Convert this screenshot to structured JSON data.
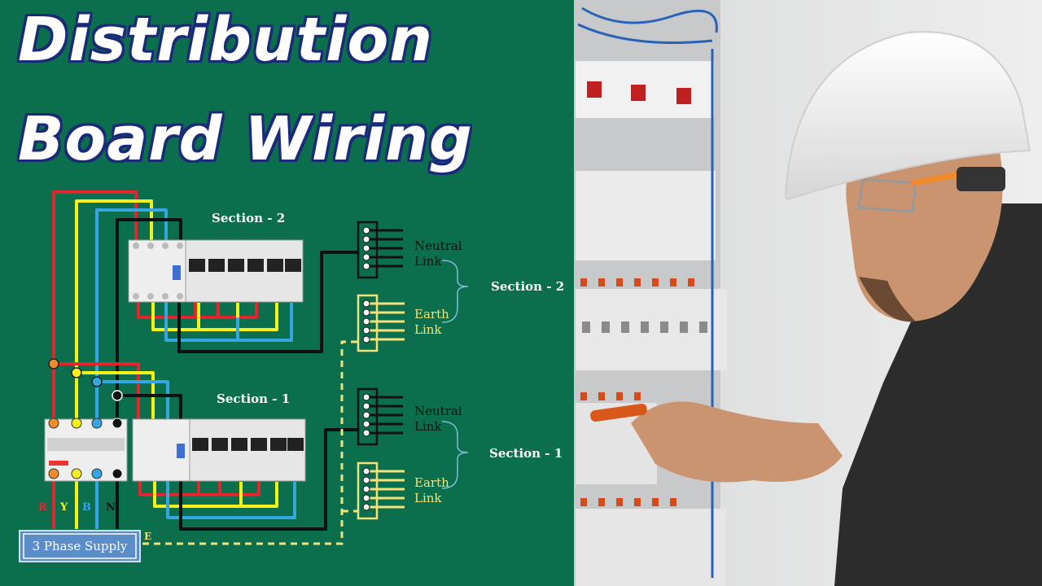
{
  "title": {
    "line1": "Distribution",
    "line2": "Board Wiring"
  },
  "diagram": {
    "section2_label": "Section - 2",
    "section1_label": "Section - 1",
    "neutral_link": [
      "Neutral",
      "Link"
    ],
    "earth_link": [
      "Earth",
      "Link"
    ],
    "phase_labels": [
      "R",
      "Y",
      "B",
      "N"
    ],
    "earth_label": "E",
    "supply_label": "3 Phase Supply"
  },
  "colors": {
    "background": "#0b6f4d",
    "red": "#e3262d",
    "yellow": "#f7f11a",
    "blue": "#36a6e0",
    "black": "#111111",
    "title_outline": "#1a2a78"
  }
}
